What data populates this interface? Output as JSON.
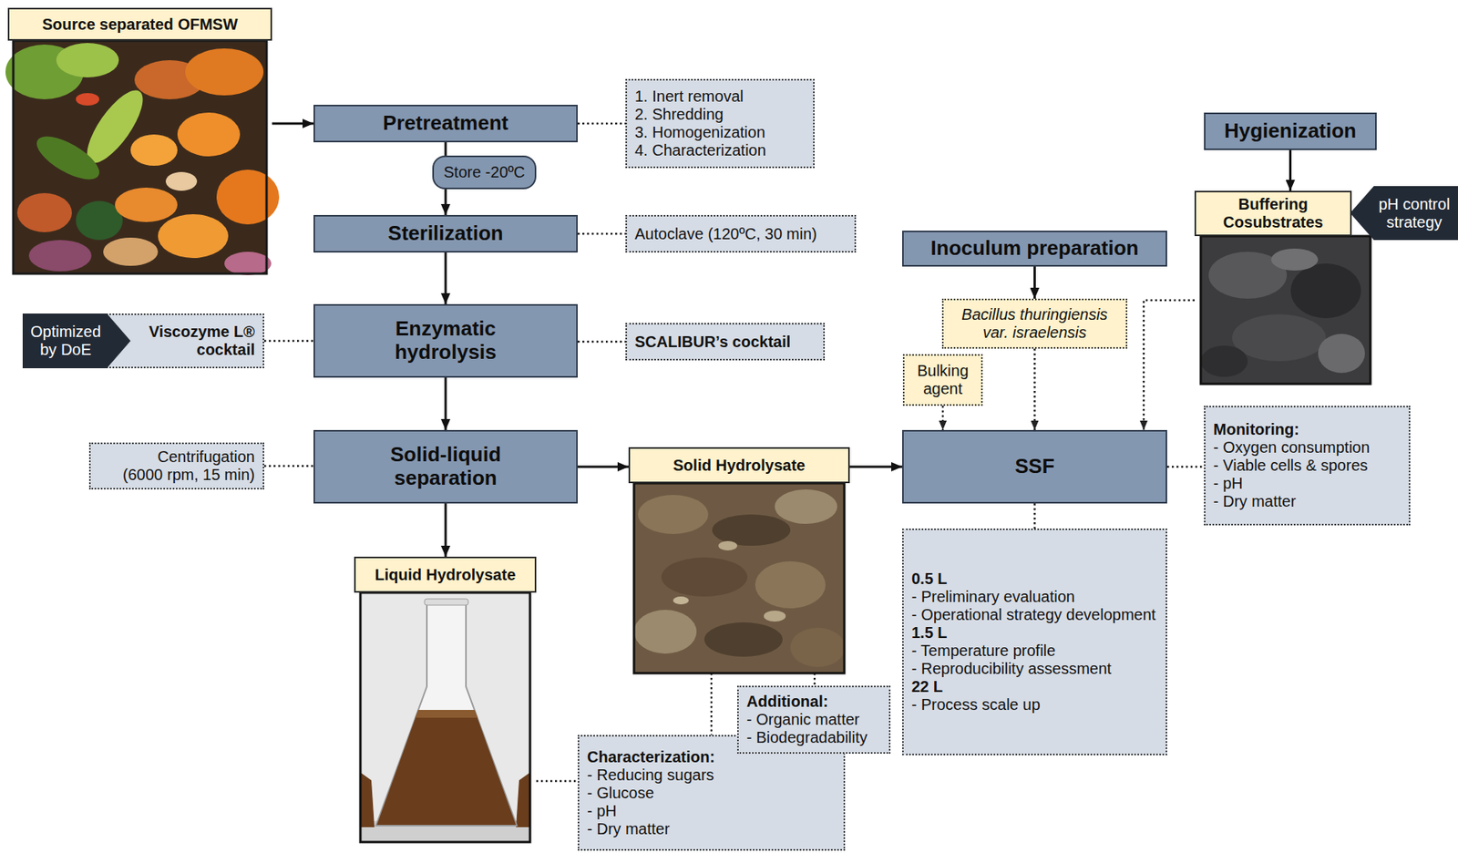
{
  "diagram": {
    "nodes": [
      {
        "text": [
          "Source separated OFMSW"
        ]
      },
      {
        "text": [
          "Pretreatment"
        ]
      },
      {
        "text": [
          "1. Inert removal",
          "2. Shredding",
          "3. Homogenization",
          "4. Characterization"
        ]
      },
      {
        "text": [
          "Store -20ºC"
        ]
      },
      {
        "text": [
          "Sterilization"
        ]
      },
      {
        "text": [
          "Autoclave (120ºC, 30 min)"
        ]
      },
      {
        "text": [
          "Optimized by DoE"
        ]
      },
      {
        "text": [
          "Viscozyme L® cocktail"
        ]
      },
      {
        "text": [
          "Enzymatic hydrolysis"
        ]
      },
      {
        "text": [
          "SCALIBUR’s cocktail"
        ]
      },
      {
        "text": [
          "Centrifugation (6000 rpm, 15 min)"
        ]
      },
      {
        "text": [
          "Solid-liquid separation"
        ]
      },
      {
        "text": [
          "Solid Hydrolysate"
        ]
      },
      {
        "text": [
          "Liquid Hydrolysate"
        ]
      },
      {
        "text": [
          "Additional:",
          "- Organic matter",
          "- Biodegradability"
        ]
      },
      {
        "text": [
          "Characterization:",
          "- Reducing sugars",
          "- Glucose",
          "- pH",
          "- Dry matter"
        ]
      },
      {
        "text": [
          "Inoculum preparation"
        ]
      },
      {
        "text": [
          "Bacillus thuringiensis var. israelensis"
        ]
      },
      {
        "text": [
          "Bulking agent"
        ]
      },
      {
        "text": [
          "Hygienization"
        ]
      },
      {
        "text": [
          "Buffering Cosubstrates"
        ]
      },
      {
        "text": [
          "pH control strategy"
        ]
      },
      {
        "text": [
          "SSF"
        ]
      },
      {
        "text": [
          "Monitoring:",
          "- Oxygen consumption",
          "- Viable cells & spores",
          "- pH",
          "- Dry matter"
        ]
      },
      {
        "text": [
          "0.5 L",
          "- Preliminary evaluation",
          "- Operational strategy development",
          "1.5 L",
          "- Temperature profile",
          "- Reproducibility assessment",
          "22 L",
          "- Process scale up"
        ]
      }
    ],
    "edges": [
      {
        "from": 0,
        "to": 1,
        "arrow": "to"
      },
      {
        "from": 1,
        "to": 2,
        "arrow": "none"
      },
      {
        "from": 1,
        "to": 3,
        "arrow": "none"
      },
      {
        "from": 3,
        "to": 4,
        "arrow": "to"
      },
      {
        "from": 4,
        "to": 5,
        "arrow": "none"
      },
      {
        "from": 4,
        "to": 8,
        "arrow": "to"
      },
      {
        "from": 7,
        "to": 8,
        "arrow": "none"
      },
      {
        "from": 8,
        "to": 9,
        "arrow": "none"
      },
      {
        "from": 8,
        "to": 11,
        "arrow": "to"
      },
      {
        "from": 10,
        "to": 11,
        "arrow": "none"
      },
      {
        "from": 11,
        "to": 12,
        "arrow": "to"
      },
      {
        "from": 11,
        "to": 13,
        "arrow": "to"
      },
      {
        "from": 12,
        "to": 22,
        "arrow": "to"
      },
      {
        "from": 12,
        "to": 14,
        "arrow": "none"
      },
      {
        "from": 12,
        "to": 15,
        "arrow": "none"
      },
      {
        "from": 13,
        "to": 15,
        "arrow": "none"
      },
      {
        "from": 16,
        "to": 17,
        "arrow": "to"
      },
      {
        "from": 17,
        "to": 22,
        "arrow": "to"
      },
      {
        "from": 18,
        "to": 22,
        "arrow": "to"
      },
      {
        "from": 19,
        "to": 20,
        "arrow": "to"
      },
      {
        "from": 20,
        "to": 22,
        "arrow": "to"
      },
      {
        "from": 22,
        "to": 23,
        "arrow": "none"
      },
      {
        "from": 22,
        "to": 24,
        "arrow": "none"
      }
    ]
  }
}
